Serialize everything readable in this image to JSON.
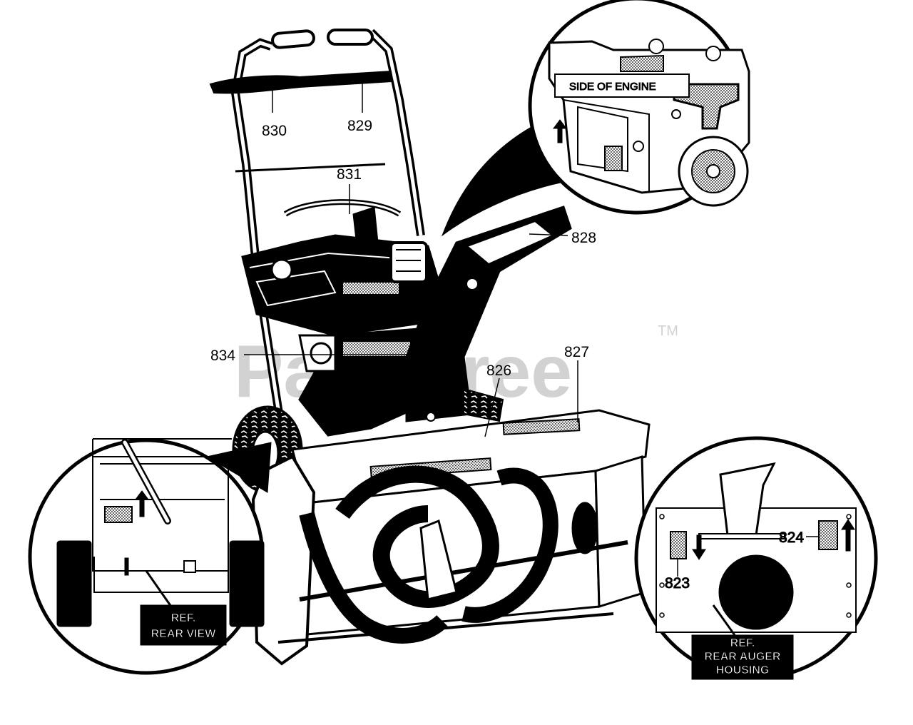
{
  "watermark": {
    "text": "PartsTree",
    "tm": "TM"
  },
  "callouts": {
    "c830": "830",
    "c829": "829",
    "c831": "831",
    "c828": "828",
    "c834": "834",
    "c827": "827",
    "c826": "826",
    "c824": "824",
    "c823": "823"
  },
  "insets": {
    "engine_label": "SIDE OF ENGINE",
    "rear_view": [
      "REF.",
      "REAR VIEW"
    ],
    "rear_auger": [
      "REF.",
      "REAR AUGER",
      "HOUSING"
    ]
  }
}
